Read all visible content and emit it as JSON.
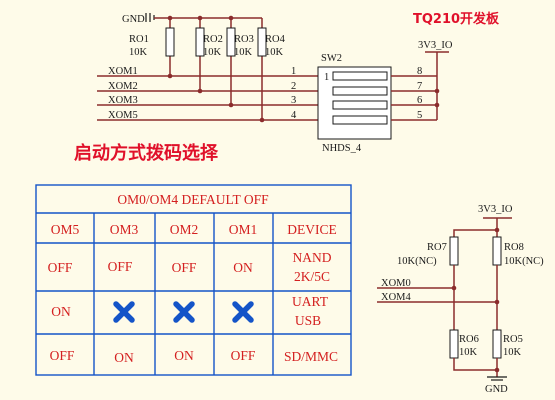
{
  "title": "TQ210开发板",
  "boot_caption": "启动方式拨码选择",
  "net_labels": {
    "gnd_top": "GND",
    "gnd_bottom": "GND",
    "vcc_left": "3V3_IO",
    "vcc_right": "3V3_IO",
    "xom1": "XOM1",
    "xom2": "XOM2",
    "xom3": "XOM3",
    "xom5": "XOM5",
    "xom0": "XOM0",
    "xom4": "XOM4"
  },
  "resistors_top": [
    {
      "ref": "RO1",
      "value": "10K"
    },
    {
      "ref": "RO2",
      "value": "10K"
    },
    {
      "ref": "RO3",
      "value": "10K"
    },
    {
      "ref": "RO4",
      "value": "10K"
    }
  ],
  "resistors_right": {
    "ro7": {
      "ref": "RO7",
      "value": "10K(NC)"
    },
    "ro8": {
      "ref": "RO8",
      "value": "10K(NC)"
    },
    "ro6": {
      "ref": "RO6",
      "value": "10K"
    },
    "ro5": {
      "ref": "RO5",
      "value": "10K"
    }
  },
  "switch": {
    "ref": "SW2",
    "part": "NHDS_4",
    "pin_one_marker": "1",
    "left_pins": [
      "1",
      "2",
      "3",
      "4"
    ],
    "right_pins": [
      "8",
      "7",
      "6",
      "5"
    ]
  },
  "table": {
    "header": "OM0/OM4 DEFAULT OFF",
    "columns": [
      "OM5",
      "OM3",
      "OM2",
      "OM1",
      "DEVICE"
    ],
    "rows": [
      {
        "cells": [
          "OFF",
          "OFF",
          "OFF",
          "ON"
        ],
        "device": [
          "NAND",
          "2K/5C"
        ]
      },
      {
        "cells": [
          "ON",
          "X",
          "X",
          "X"
        ],
        "device": [
          "UART",
          "USB"
        ]
      },
      {
        "cells": [
          "OFF",
          "ON",
          "ON",
          "OFF"
        ],
        "device": [
          "SD/MMC"
        ]
      }
    ]
  },
  "colors": {
    "background": "#fefbe9",
    "wire": "#8b2c2c",
    "table_line": "#1454c8",
    "table_text": "#d42020",
    "cross": "#1454c8",
    "title": "#e0102a"
  }
}
